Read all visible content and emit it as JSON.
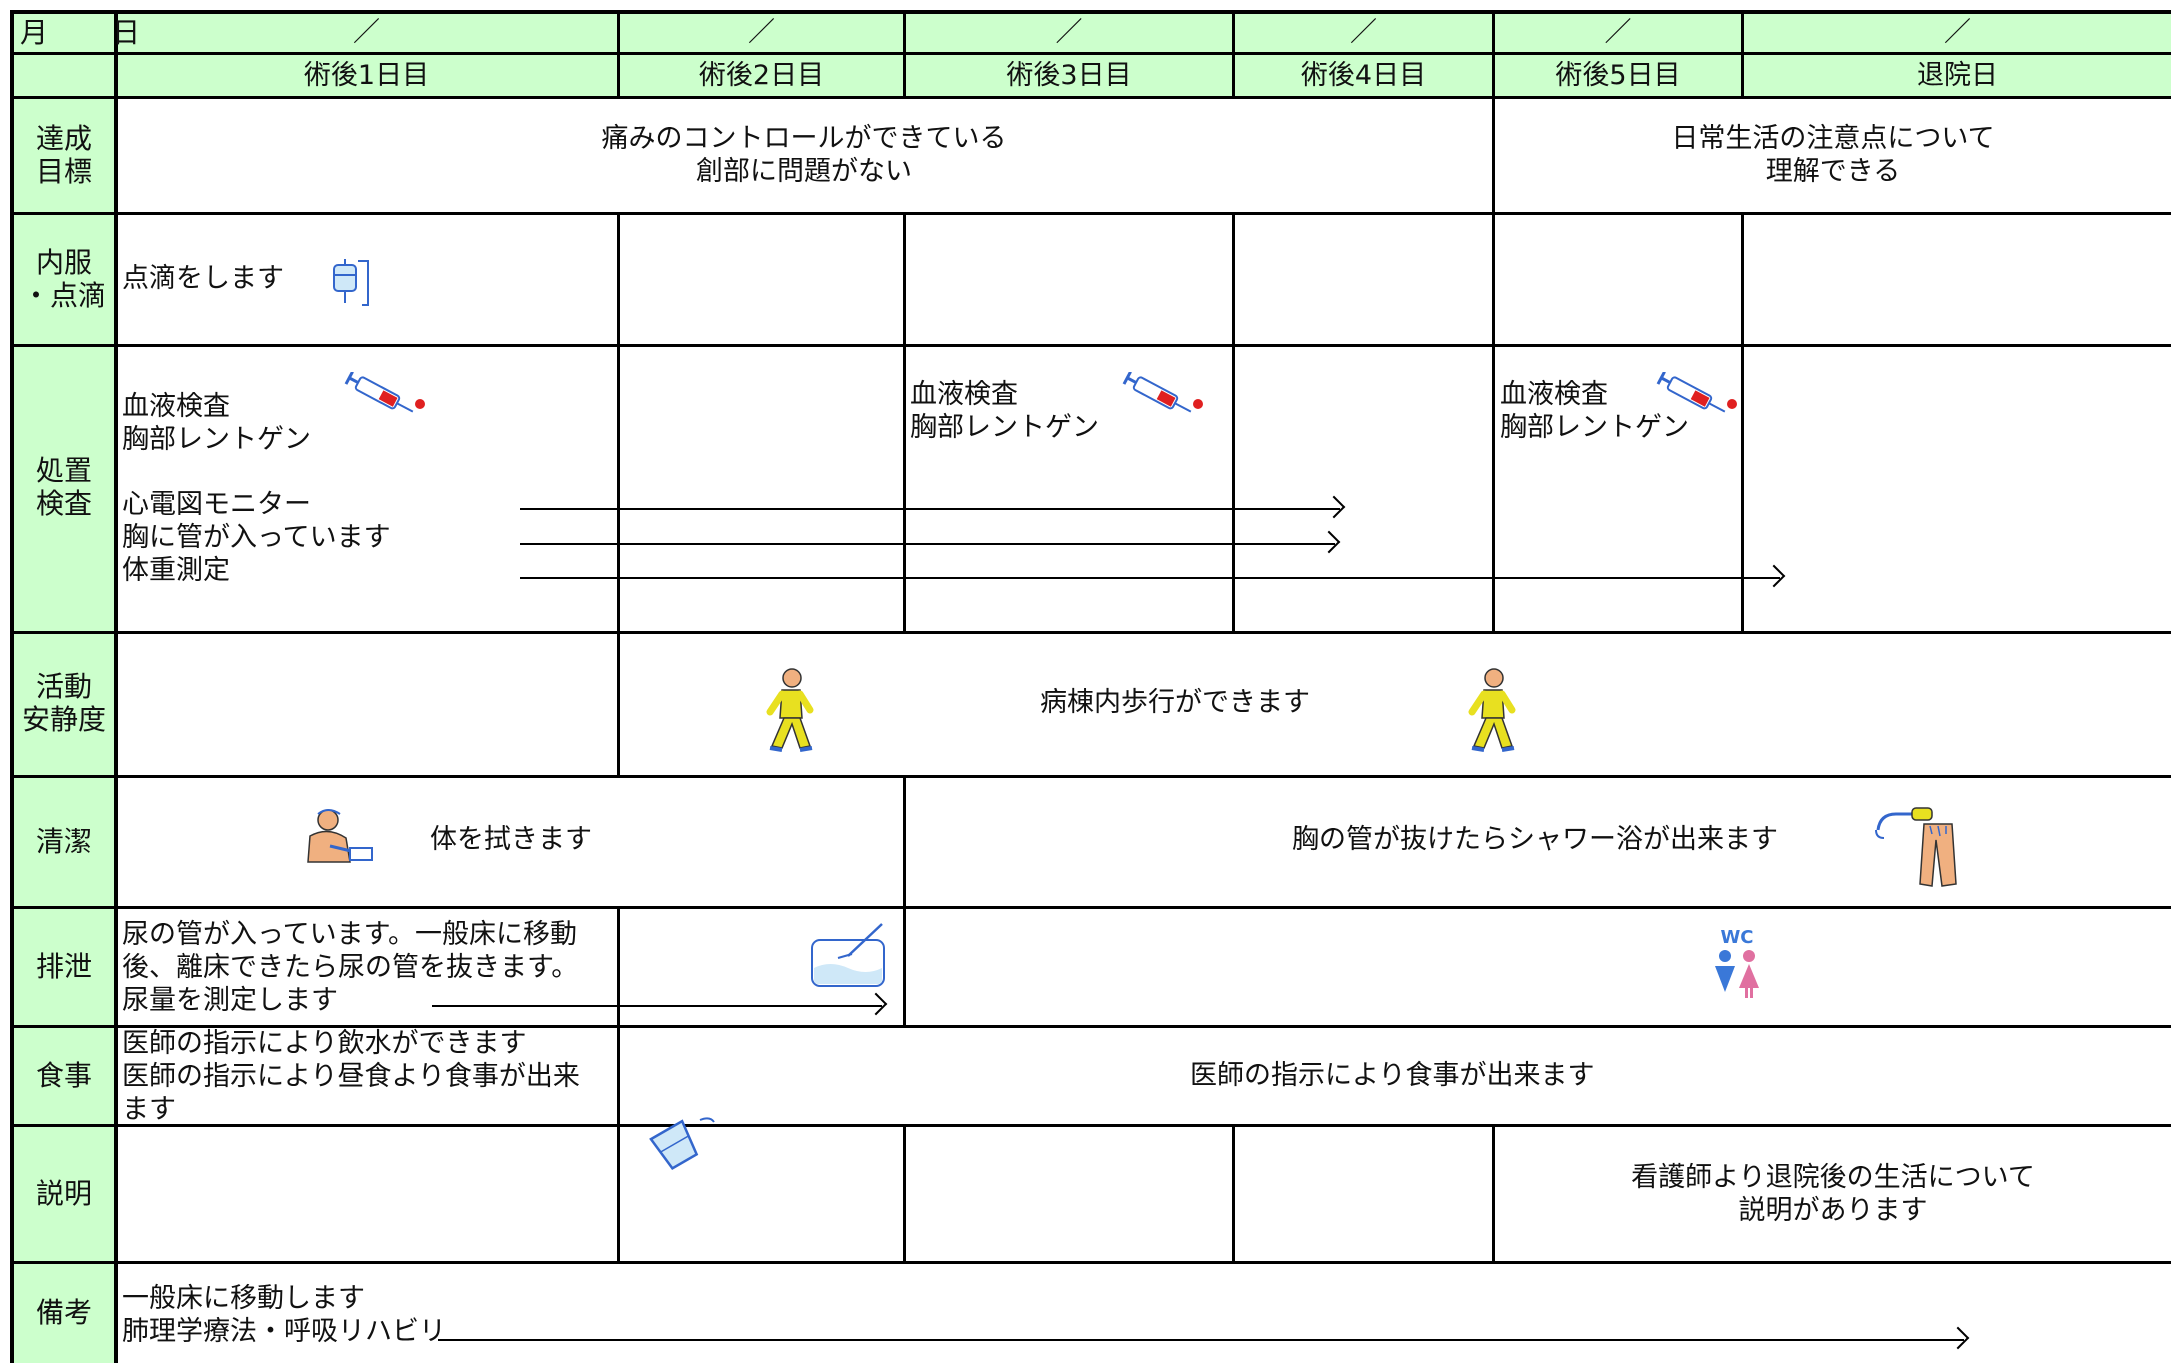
{
  "header": {
    "corner_top": "月　日",
    "slash": "／",
    "days": [
      "術後1日目",
      "術後2日目",
      "術後3日目",
      "術後4日目",
      "術後5日目",
      "退院日"
    ]
  },
  "rows": {
    "goal": {
      "label": "達成\n目標",
      "left_text": "痛みのコントロールができている\n創部に問題がない",
      "right_text": "日常生活の注意点について\n理解できる"
    },
    "meds": {
      "label": "内服\n・点滴",
      "text": "点滴をします"
    },
    "exam": {
      "label": "処置\n検査",
      "day1_a": "血液検査\n胸部レントゲン",
      "day1_b": "心電図モニター\n胸に管が入っています\n体重測定",
      "day3": "血液検査\n胸部レントゲン",
      "day5": "血液検査\n胸部レントゲン"
    },
    "activity": {
      "label": "活動\n安静度",
      "text": "病棟内歩行ができます"
    },
    "hygiene": {
      "label": "清潔",
      "left_text": "体を拭きます",
      "right_text": "胸の管が抜けたらシャワー浴が出来ます"
    },
    "excretion": {
      "label": "排泄",
      "text": "尿の管が入っています。一般床に移動\n後、離床できたら尿の管を抜きます。\n尿量を測定します",
      "wc": "WC"
    },
    "meal": {
      "label": "食事",
      "left_text": "医師の指示により飲水ができます\n医師の指示により昼食より食事が出来\nます",
      "right_text": "医師の指示により食事が出来ます"
    },
    "explain": {
      "label": "説明",
      "text": "看護師より退院後の生活について\n説明があります"
    },
    "remarks": {
      "label": "備考",
      "text": "一般床に移動します\n肺理学療法・呼吸リハビリ"
    }
  },
  "colors": {
    "label_bg": "#ccffcc",
    "line": "#000000",
    "figure_yellow": "#e8e020",
    "figure_blue": "#3366cc",
    "skin": "#f0b080",
    "blood": "#e02020",
    "wc_blue": "#3a78d8",
    "wc_pink": "#e070a0"
  },
  "icons": [
    "iv-drip-icon",
    "syringe-icon",
    "walking-person-icon",
    "wiping-body-icon",
    "shower-icon",
    "urine-bag-icon",
    "wc-icon",
    "drinking-cup-icon"
  ]
}
